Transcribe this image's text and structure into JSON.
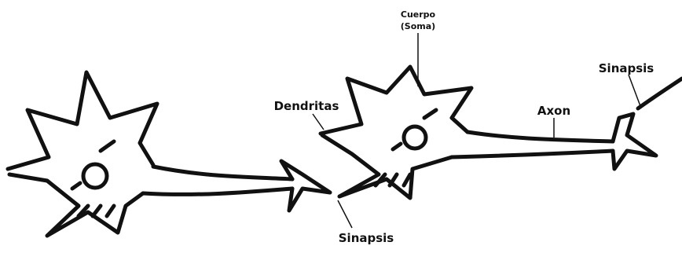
{
  "labels": {
    "cuerpo_line1": "Cuerpo",
    "cuerpo_line2": "(Soma)",
    "dendritas": "Dendritas",
    "axon": "Axon",
    "sinapsis_top": "Sinapsis",
    "sinapsis_bottom": "Sinapsis"
  },
  "colors": {
    "ink": "#111111",
    "background": "#ffffff"
  }
}
